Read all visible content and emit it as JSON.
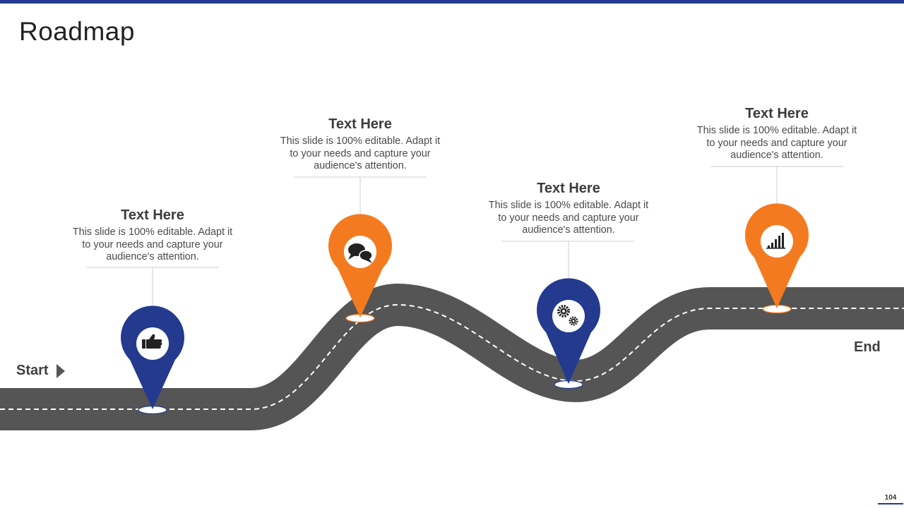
{
  "slide": {
    "title": "Roadmap",
    "page_number": "104"
  },
  "road": {
    "start_label": "Start",
    "end_label": "End"
  },
  "colors": {
    "accent_blue": "#233a8f",
    "accent_orange": "#f47a20",
    "road": "#555555",
    "text_dark": "#3b3b3b"
  },
  "milestones": [
    {
      "heading": "Text Here",
      "body": "This slide is 100% editable. Adapt it to your needs and capture your audience's attention.",
      "icon": "thumbs-up-icon",
      "color": "blue"
    },
    {
      "heading": "Text Here",
      "body": "This slide is 100% editable. Adapt it to your needs and capture your audience's attention.",
      "icon": "chat-bubbles-icon",
      "color": "orange"
    },
    {
      "heading": "Text Here",
      "body": "This slide is 100% editable. Adapt it to your needs and capture your audience's attention.",
      "icon": "gears-icon",
      "color": "blue"
    },
    {
      "heading": "Text Here",
      "body": "This slide is 100% editable. Adapt it to your needs and capture your audience's attention.",
      "icon": "bar-chart-icon",
      "color": "orange"
    }
  ]
}
